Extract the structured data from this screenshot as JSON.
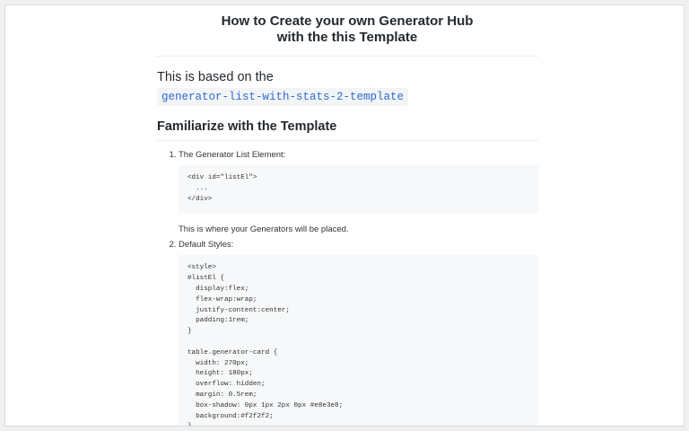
{
  "document": {
    "title_line1": "How to Create your own Generator Hub",
    "title_line2": "with the this Template",
    "intro_text": "This is based on the",
    "template_name": "generator-list-with-stats-2-template",
    "section_heading": "Familiarize with the Template",
    "steps": [
      {
        "label": "The Generator List Element:",
        "code": "<div id=\"listEl\">\n  ...\n</div>",
        "after": "This is where your Generators will be placed."
      },
      {
        "label": "Default Styles:",
        "code": "<style>\n#listEl {\n  display:flex;\n  flex-wrap:wrap;\n  justify-content:center;\n  padding:1rem;\n}\n\ntable.generator-card {\n  width: 270px;\n  height: 180px;\n  overflow: hidden;\n  margin: 0.5rem;\n  box-shadow: 0px 1px 2px 0px #e8e3e8;\n  background:#f2f2f2;\n}"
      }
    ]
  },
  "colors": {
    "page_bg": "#f0f0f0",
    "panel_bg": "#ffffff",
    "inline_code_text": "#2b6bd1",
    "code_bg": "#f6f8fa"
  }
}
